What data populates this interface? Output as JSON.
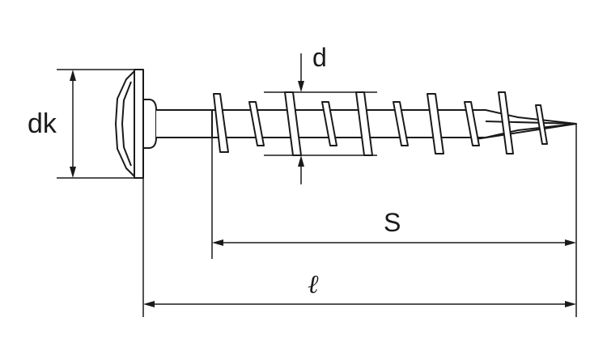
{
  "labels": {
    "head_diameter": "dk",
    "thread_diameter": "d",
    "thread_length": "S",
    "total_length": "ℓ"
  },
  "colors": {
    "line": "#1a1a1a",
    "fill": "#ffffff",
    "background": "#ffffff"
  }
}
